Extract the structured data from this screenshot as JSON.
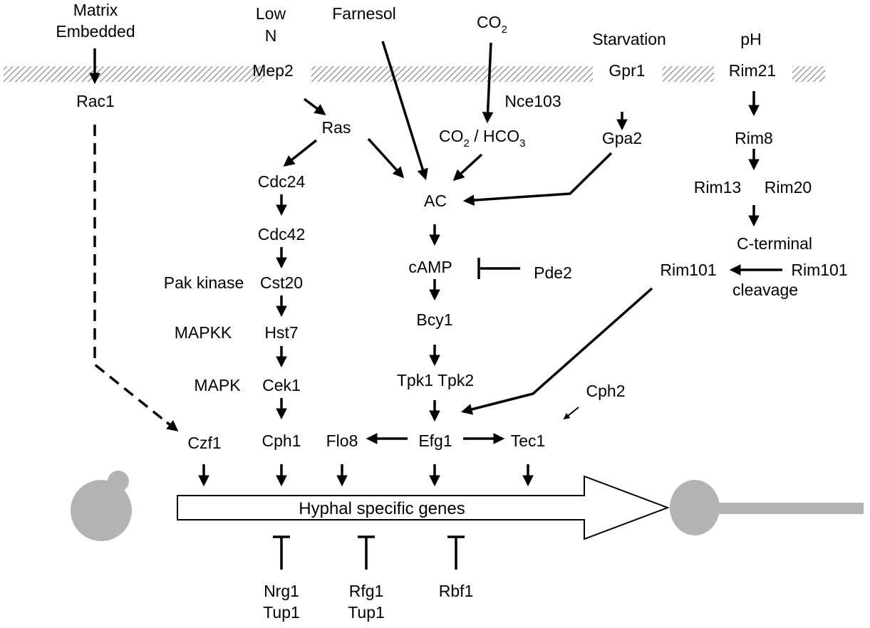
{
  "signals": {
    "matrix_line1": "Matrix",
    "matrix_line2": "Embedded",
    "low_line1": "Low",
    "low_line2": "N",
    "farnesol": "Farnesol",
    "co2": "CO",
    "co2_sub": "2",
    "starvation": "Starvation",
    "ph": "pH"
  },
  "membrane": {
    "rac1": "Rac1",
    "mep2": "Mep2",
    "nce103": "Nce103",
    "gpr1": "Gpr1",
    "rim21": "Rim21"
  },
  "camp_pathway": {
    "co2_hco3_a": "CO",
    "co2_hco3_sub1": "2",
    "co2_hco3_b": " / HCO",
    "co2_hco3_sub2": "3",
    "gpa2": "Gpa2",
    "ac": "AC",
    "camp": "cAMP",
    "pde2": "Pde2",
    "bcy1": "Bcy1",
    "tpk": "Tpk1 Tpk2",
    "efg1": "Efg1",
    "flo8": "Flo8",
    "tec1": "Tec1",
    "cph2": "Cph2"
  },
  "mapk_pathway": {
    "ras": "Ras",
    "cdc24": "Cdc24",
    "cdc42": "Cdc42",
    "pak_label": "Pak kinase",
    "cst20": "Cst20",
    "mapkk_label": "MAPKK",
    "hst7": "Hst7",
    "mapk_label": "MAPK",
    "cek1": "Cek1",
    "cph1": "Cph1",
    "czf1": "Czf1"
  },
  "ph_pathway": {
    "rim8": "Rim8",
    "rim13": "Rim13",
    "rim20": "Rim20",
    "cterm": "C-terminal",
    "rim101_active": "Rim101",
    "rim101_full": "Rim101",
    "cleavage": "cleavage"
  },
  "output": {
    "genes": "Hyphal specific genes"
  },
  "repressors": {
    "nrg1": "Nrg1",
    "tup1_a": "Tup1",
    "rfg1": "Rfg1",
    "tup1_b": "Tup1",
    "rbf1": "Rbf1"
  },
  "colors": {
    "cell_gray": "#b3b3b3",
    "line": "#000000",
    "membrane_hatch": "#8a8a8a"
  }
}
